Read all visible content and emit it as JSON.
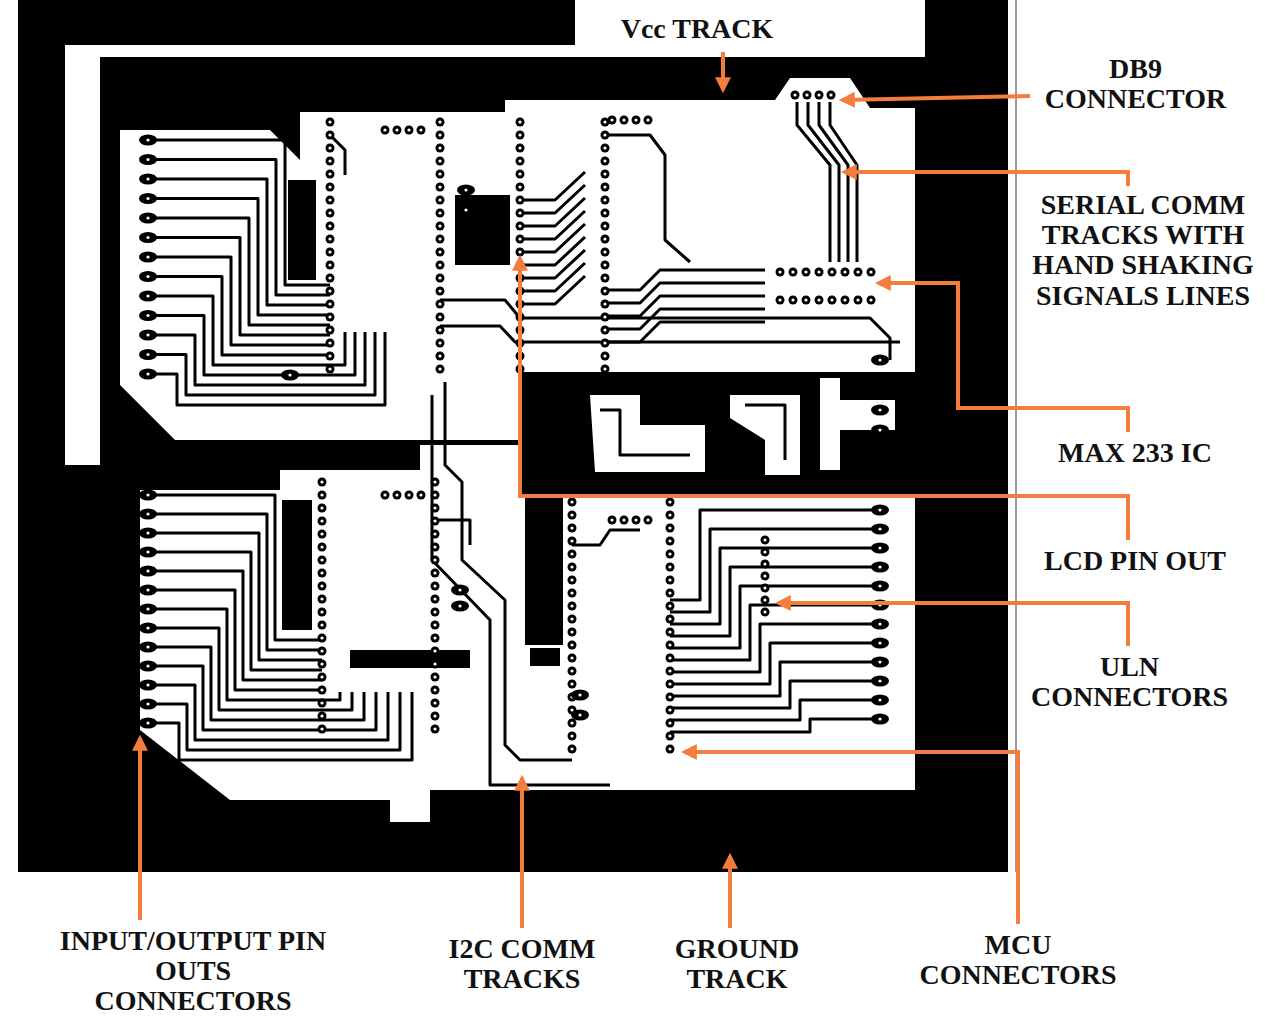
{
  "diagram": {
    "labels": [
      "Vcc TRACK",
      "DB9 CONNECTOR",
      "SERIAL COMM TRACKS WITH HAND SHAKING SIGNALS LINES",
      "MAX 233 IC",
      "LCD PIN OUT",
      "ULN CONNECTORS",
      "INPUT/OUTPUT PIN OUTS CONNECTORS",
      "I2C COMM TRACKS",
      "GROUND TRACK",
      "MCU CONNECTORS"
    ]
  }
}
